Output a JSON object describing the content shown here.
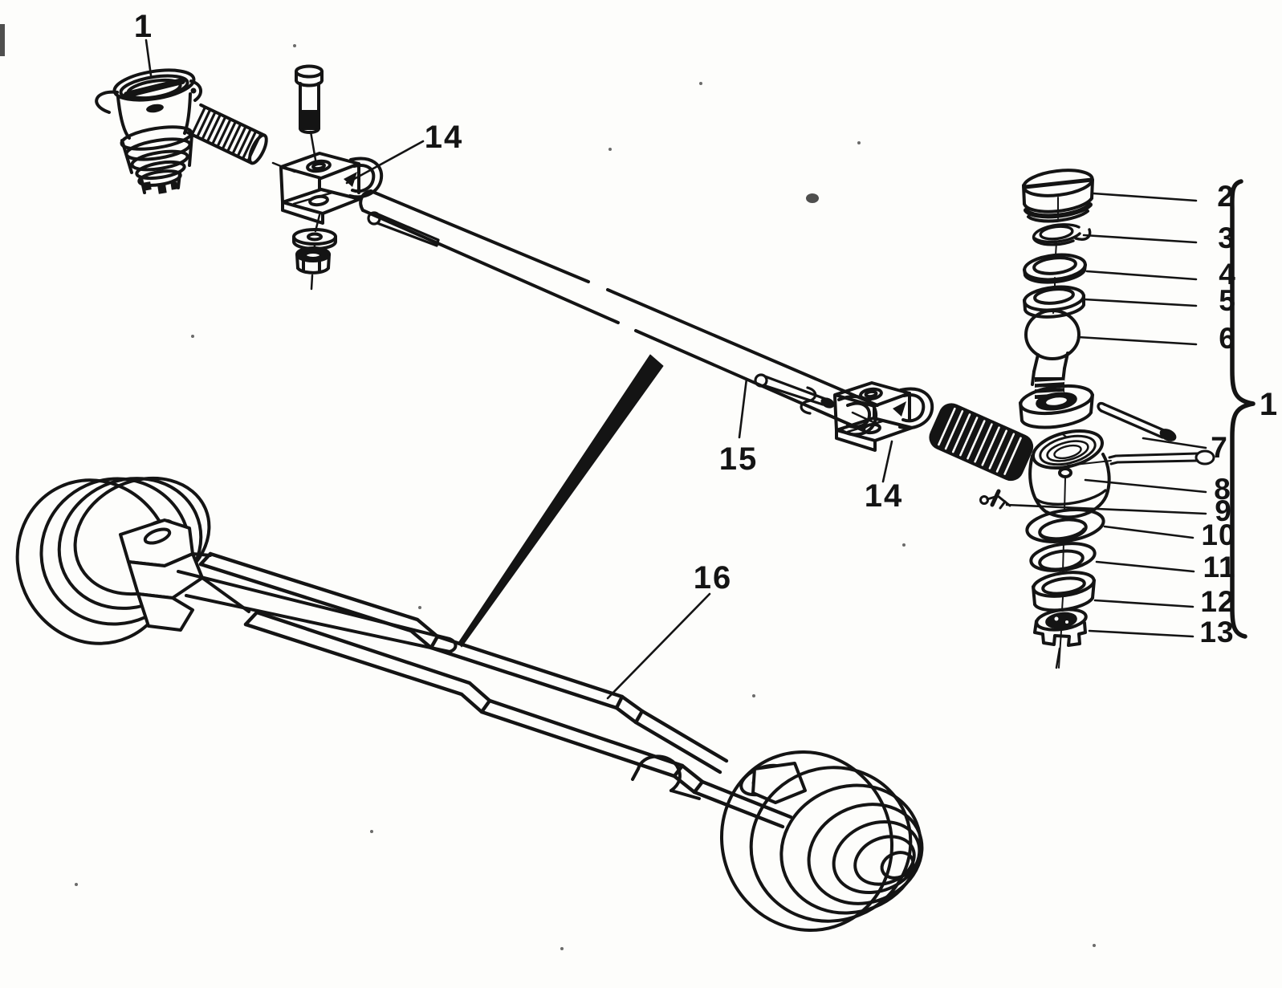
{
  "figure": {
    "kind": "exploded-parts-line-drawing",
    "subject": "front axle beam with tie rod and tie rod end assembly",
    "background_color": "#fdfdfb",
    "ink_color": "#141414"
  },
  "labels": {
    "l1_top": "1",
    "l14_top": "14",
    "l15": "15",
    "l16": "16",
    "l14_mid": "14",
    "l2": "2",
    "l3": "3",
    "l4": "4",
    "l5": "5",
    "l6": "6",
    "l7": "7",
    "l8": "8",
    "l9": "9",
    "l10": "10",
    "l11": "11",
    "l12": "12",
    "l13": "13",
    "l1_bracket": "1"
  }
}
